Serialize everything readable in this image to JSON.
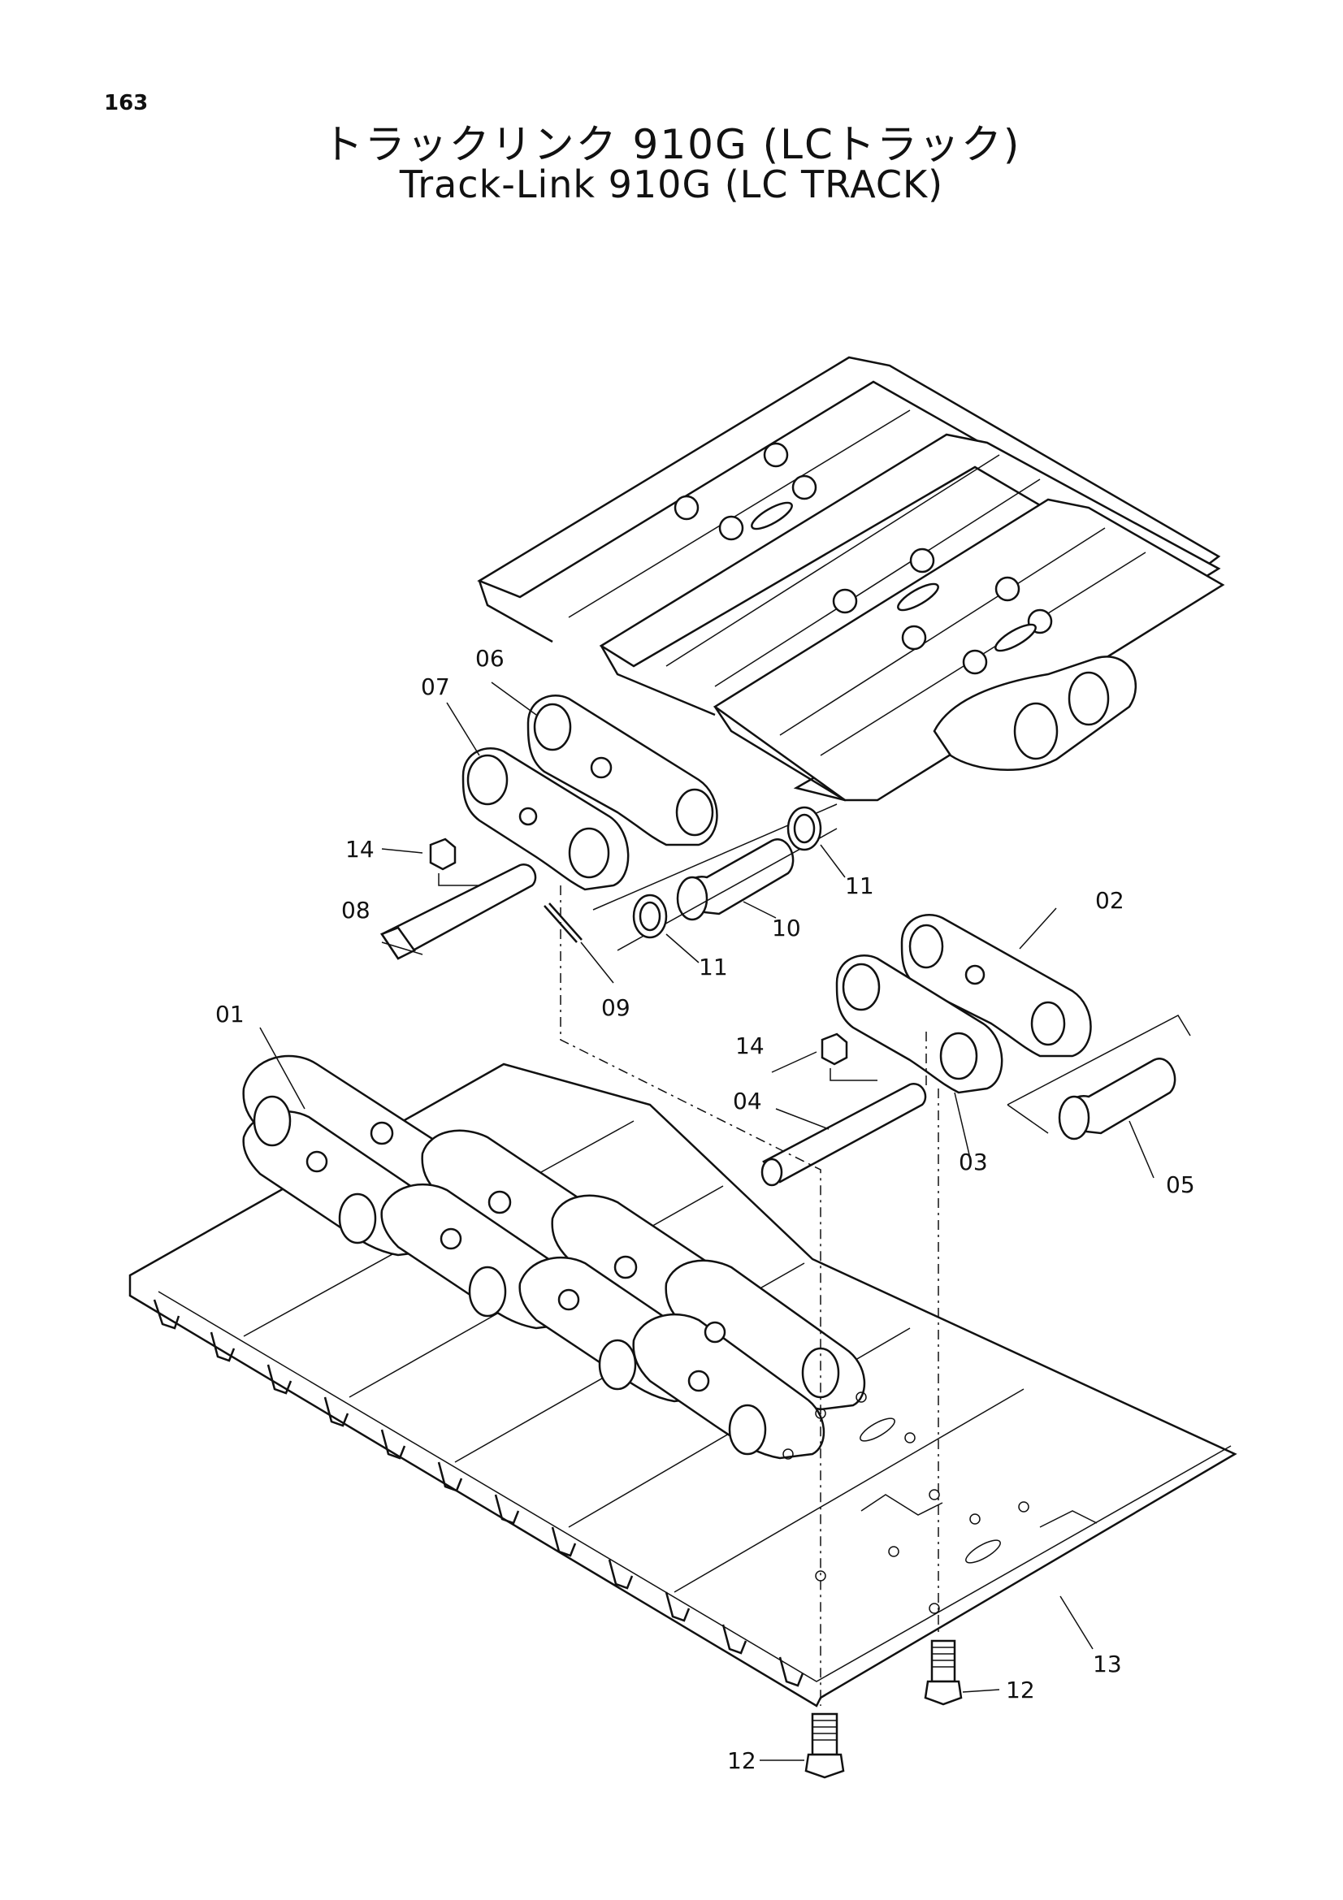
{
  "page_number": "163",
  "title_ja": "トラックリンク 910G (LCトラック)",
  "title_en": "Track-Link 910G (LC TRACK)",
  "callouts": {
    "c01": "01",
    "c02": "02",
    "c03": "03",
    "c04": "04",
    "c05": "05",
    "c06": "06",
    "c07": "07",
    "c08": "08",
    "c09": "09",
    "c10": "10",
    "c11a": "11",
    "c11b": "11",
    "c12a": "12",
    "c12b": "12",
    "c13": "13",
    "c14a": "14",
    "c14b": "14"
  }
}
